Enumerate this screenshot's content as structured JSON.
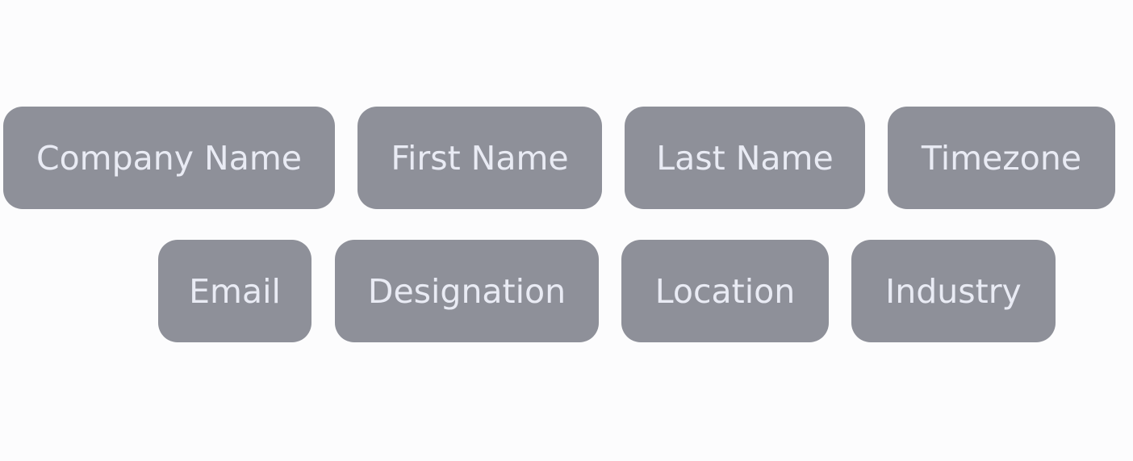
{
  "colors": {
    "background": "#fcfcfd",
    "chip_background": "#8e9099",
    "chip_text": "#e9ebf4"
  },
  "fields": {
    "row1": [
      {
        "label": "Company Name"
      },
      {
        "label": "First Name"
      },
      {
        "label": "Last Name"
      },
      {
        "label": "Timezone"
      }
    ],
    "row2": [
      {
        "label": "Email"
      },
      {
        "label": "Designation"
      },
      {
        "label": "Location"
      },
      {
        "label": "Industry"
      }
    ]
  }
}
